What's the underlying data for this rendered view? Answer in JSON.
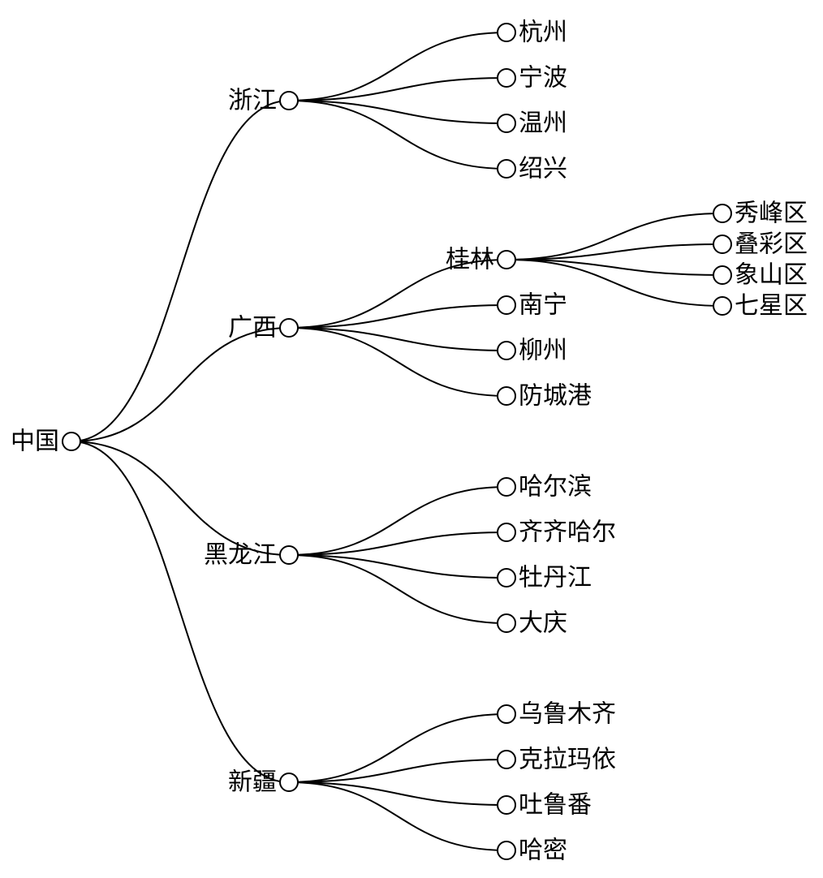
{
  "tree": {
    "name": "中国",
    "children": [
      {
        "name": "浙江",
        "children": [
          {
            "name": "杭州"
          },
          {
            "name": "宁波"
          },
          {
            "name": "温州"
          },
          {
            "name": "绍兴"
          }
        ]
      },
      {
        "name": "广西",
        "children": [
          {
            "name": "桂林",
            "children": [
              {
                "name": "秀峰区"
              },
              {
                "name": "叠彩区"
              },
              {
                "name": "象山区"
              },
              {
                "name": "七星区"
              }
            ]
          },
          {
            "name": "南宁"
          },
          {
            "name": "柳州"
          },
          {
            "name": "防城港"
          }
        ]
      },
      {
        "name": "黑龙江",
        "children": [
          {
            "name": "哈尔滨"
          },
          {
            "name": "齐齐哈尔"
          },
          {
            "name": "牡丹江"
          },
          {
            "name": "大庆"
          }
        ]
      },
      {
        "name": "新疆",
        "children": [
          {
            "name": "乌鲁木齐"
          },
          {
            "name": "克拉玛依"
          },
          {
            "name": "吐鲁番"
          },
          {
            "name": "哈密"
          }
        ]
      }
    ]
  }
}
